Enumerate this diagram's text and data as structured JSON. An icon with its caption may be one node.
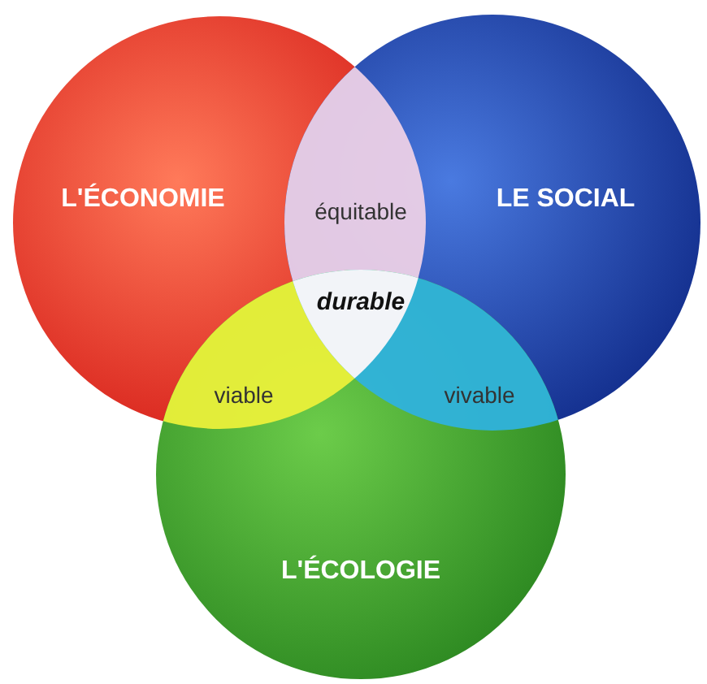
{
  "diagram": {
    "nodes": [
      {
        "text": [
          "L'ÉCONOMIE"
        ]
      },
      {
        "text": [
          "LE SOCIAL"
        ]
      },
      {
        "text": [
          "L'ÉCOLOGIE"
        ]
      }
    ],
    "labels": [
      "équitable",
      "durable",
      "viable",
      "vivable"
    ]
  }
}
